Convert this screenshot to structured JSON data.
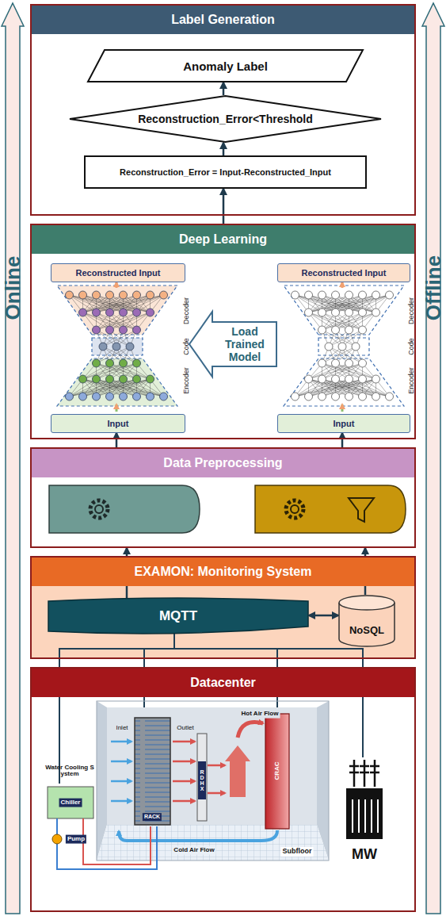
{
  "diagram": {
    "nodes": [
      {
        "text": [
          "Online"
        ]
      },
      {
        "text": [
          "Offline"
        ]
      },
      {
        "text": [
          "Label Generation"
        ]
      },
      {
        "text": [
          "Anomaly Label"
        ],
        "in": 2
      },
      {
        "text": [
          "Reconstruction_Error<Threshold"
        ],
        "in": 2
      },
      {
        "text": [
          "Reconstruction_Error = Input-Reconstructed_Input"
        ],
        "in": 2
      },
      {
        "text": [
          "Deep Learning"
        ]
      },
      {
        "text": [
          "Reconstructed Input"
        ],
        "in": 6
      },
      {
        "text": [
          "Load Trained Model"
        ],
        "in": 6
      },
      {
        "text": [
          "Reconstructed Input"
        ],
        "in": 6
      },
      {
        "text": [
          "Input"
        ],
        "in": 6
      },
      {
        "text": [
          "Input"
        ],
        "in": 6
      },
      {
        "text": [
          "Data Preprocessing"
        ]
      },
      {
        "text": [
          "EXAMON: Monitoring System"
        ]
      },
      {
        "text": [
          "MQTT"
        ],
        "in": 13
      },
      {
        "text": [
          "NoSQL"
        ],
        "in": 13
      },
      {
        "text": [
          "Datacenter"
        ]
      }
    ],
    "edges": [
      {
        "from": 5,
        "to": 4,
        "arrow": "to"
      },
      {
        "from": 4,
        "to": 3,
        "arrow": "to"
      },
      {
        "from": 6,
        "to": 5,
        "arrow": "to"
      },
      {
        "from": 12,
        "to": 10,
        "arrow": "to"
      },
      {
        "from": 12,
        "to": 11,
        "arrow": "to"
      },
      {
        "from": 14,
        "to": 12,
        "arrow": "to"
      },
      {
        "from": 15,
        "to": 12,
        "arrow": "to"
      },
      {
        "from": 14,
        "to": 15,
        "arrow": "both"
      }
    ],
    "labels": [
      "Decoder",
      "Code",
      "Encoder",
      "Decoder",
      "Code",
      "Encoder",
      "Water Cooling System",
      "Chiller",
      "Pump",
      "Inlet",
      "Outlet",
      "RACK",
      "RDHX",
      "Hot Air Flow",
      "CRAC",
      "Cold Air Flow",
      "Subfloor",
      "MW"
    ]
  }
}
